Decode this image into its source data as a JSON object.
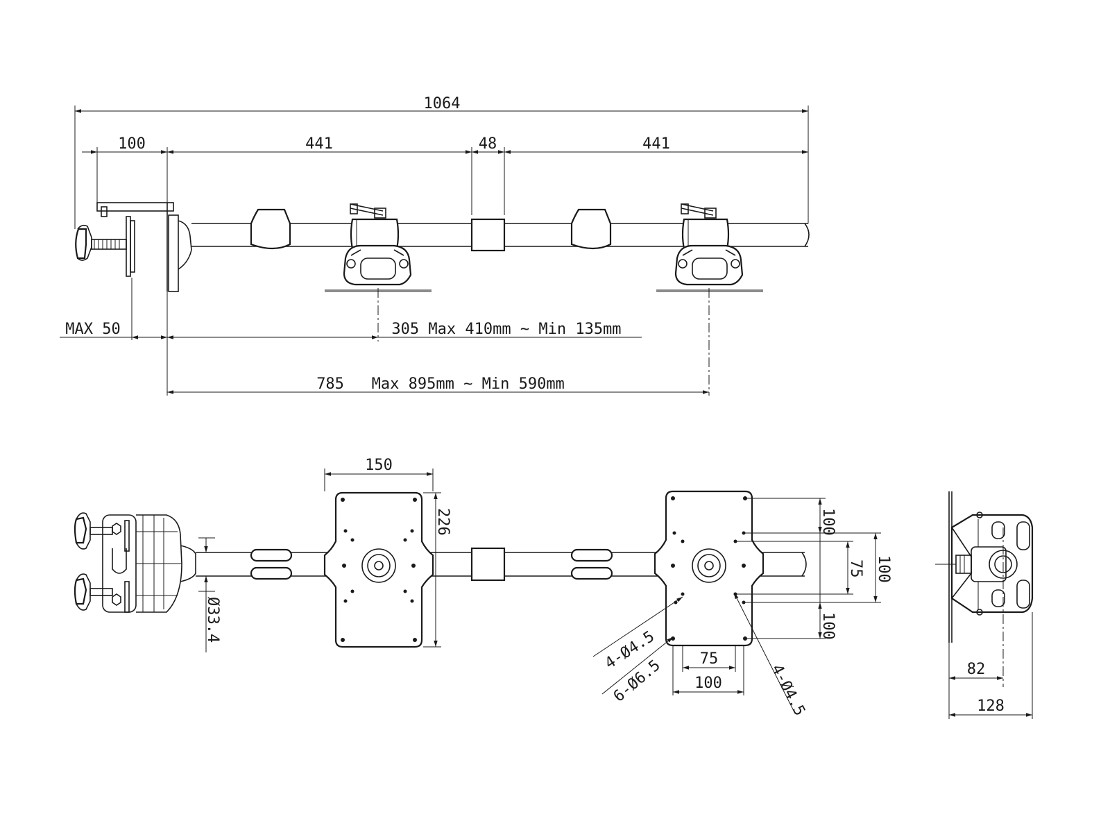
{
  "diagram": {
    "top_view": {
      "overall_length": "1064",
      "clamp_offset": "100",
      "arm_left": "441",
      "center_coupler": "48",
      "arm_right": "441",
      "clamp_max": "MAX 50",
      "first_mount_distance": "305 Max 410mm ~ Min 135mm",
      "second_mount_distance": "785   Max 895mm ~ Min 590mm"
    },
    "front_view": {
      "plate_width": "150",
      "plate_height": "226",
      "pole_diameter": "Ø33.4",
      "hole_spacing_75": "75",
      "hole_spacing_100": "100",
      "vertical_100_top": "100",
      "vertical_75": "75",
      "vertical_100": "100",
      "vertical_100_bottom": "100",
      "holes_a": "4-Ø4.5",
      "holes_b": "6-Ø6.5",
      "holes_c": "4-Ø4.5"
    },
    "side_view": {
      "depth_82": "82",
      "depth_128": "128"
    }
  }
}
